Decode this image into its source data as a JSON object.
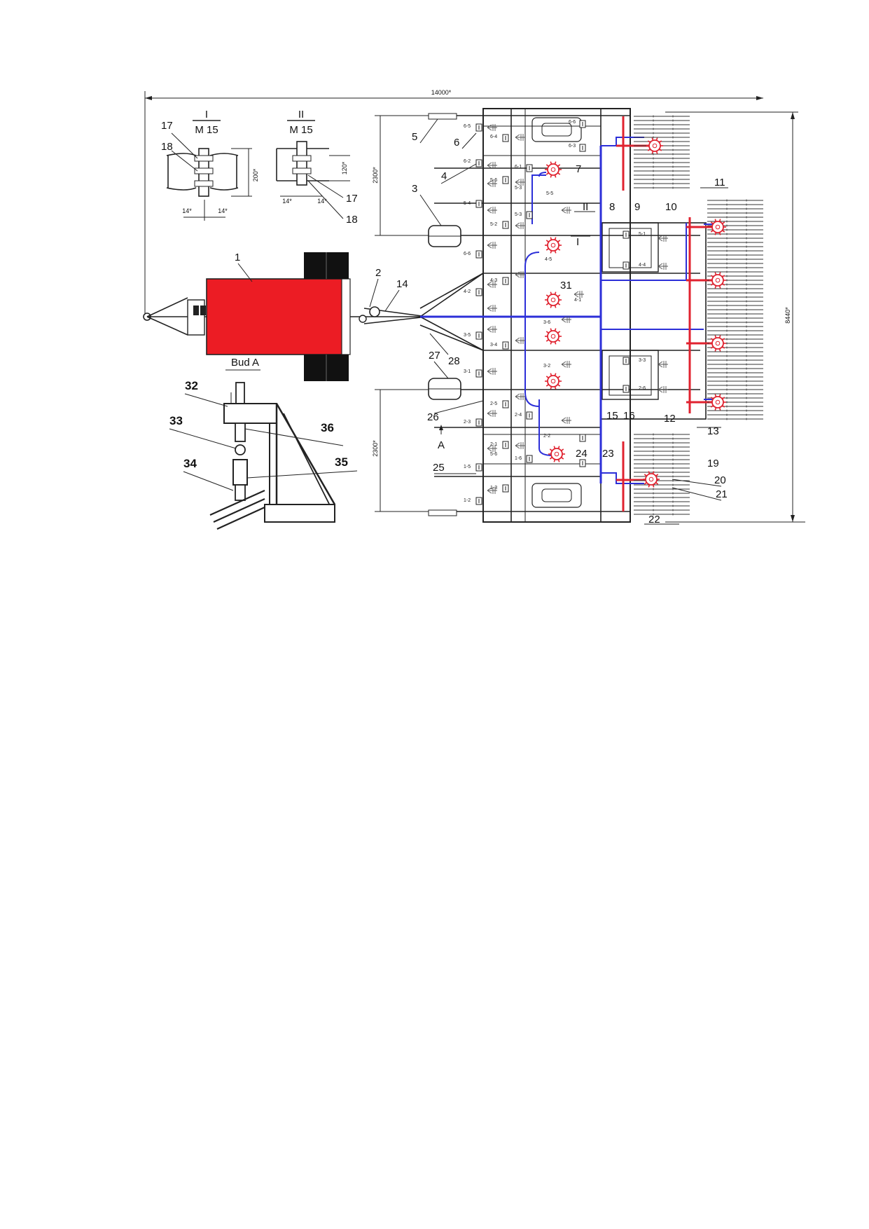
{
  "dimensions": {
    "total_length": "14000*",
    "total_width": "8440*",
    "upper_span": "2300*",
    "lower_span": "2300*",
    "detail_height_I": "200*",
    "detail_height_II": "120*",
    "detail_spacing_I_left": "14*",
    "detail_spacing_I_right": "14*",
    "detail_spacing_II_left": "14*",
    "detail_spacing_II_right": "14*"
  },
  "sections": {
    "section_I_numeral": "I",
    "section_I_scale": "M 15",
    "section_II_numeral": "II",
    "section_II_scale": "M 15",
    "view_label": "Bud A",
    "arrow_label": "A",
    "marker_II": "II",
    "marker_I": "I"
  },
  "callouts": {
    "c1": "1",
    "c2": "2",
    "c3": "3",
    "c4": "4",
    "c5": "5",
    "c6": "6",
    "c7": "7",
    "c8": "8",
    "c9": "9",
    "c10": "10",
    "c11": "11",
    "c12": "12",
    "c13": "13",
    "c14": "14",
    "c15": "15",
    "c16": "16",
    "c17a": "17",
    "c17b": "17",
    "c18a": "18",
    "c18b": "18",
    "c19": "19",
    "c20": "20",
    "c21": "21",
    "c22": "22",
    "c23": "23",
    "c24": "24",
    "c25": "25",
    "c26": "26",
    "c27": "27",
    "c28": "28",
    "c31": "31",
    "c32": "32",
    "c33": "33",
    "c34": "34",
    "c35": "35",
    "c36": "36"
  },
  "unit_codes": {
    "u6_5": "6-5",
    "u6_4": "6-4",
    "u6_2": "6-2",
    "u6_1": "6-1",
    "u6_6": "6-6",
    "u6_3": "6-3",
    "u6_6b": "6-6",
    "u5_6": "5-6",
    "u5_4": "5-4",
    "u5_2": "5-2",
    "u5_3a": "5-3",
    "u5_5": "5-5",
    "u5_1": "5-1",
    "u5_3": "5-3",
    "u5_6b": "5-6",
    "u4_2": "4-2",
    "u4_3": "4-3",
    "u4_5": "4-5",
    "u4_1": "4-1",
    "u4_4": "4-4",
    "u3_5": "3-5",
    "u3_4": "3-4",
    "u3_6": "3-6",
    "u3_1": "3-1",
    "u3_2": "3-2",
    "u3_3": "3-3",
    "u2_5": "2-5",
    "u2_3": "2-3",
    "u2_4": "2-4",
    "u2_2": "2-2",
    "u2_1": "2-1",
    "u2_6": "2-6",
    "u1_5": "1-5",
    "u1_3": "1-3",
    "u1_2": "1-2",
    "u1_6": "1-6"
  },
  "colors": {
    "tractor_body": "#ec1c24",
    "hydraulic_line": "#2c2fd8",
    "distributor_bar": "#e0222f",
    "frame_line": "#222222"
  }
}
